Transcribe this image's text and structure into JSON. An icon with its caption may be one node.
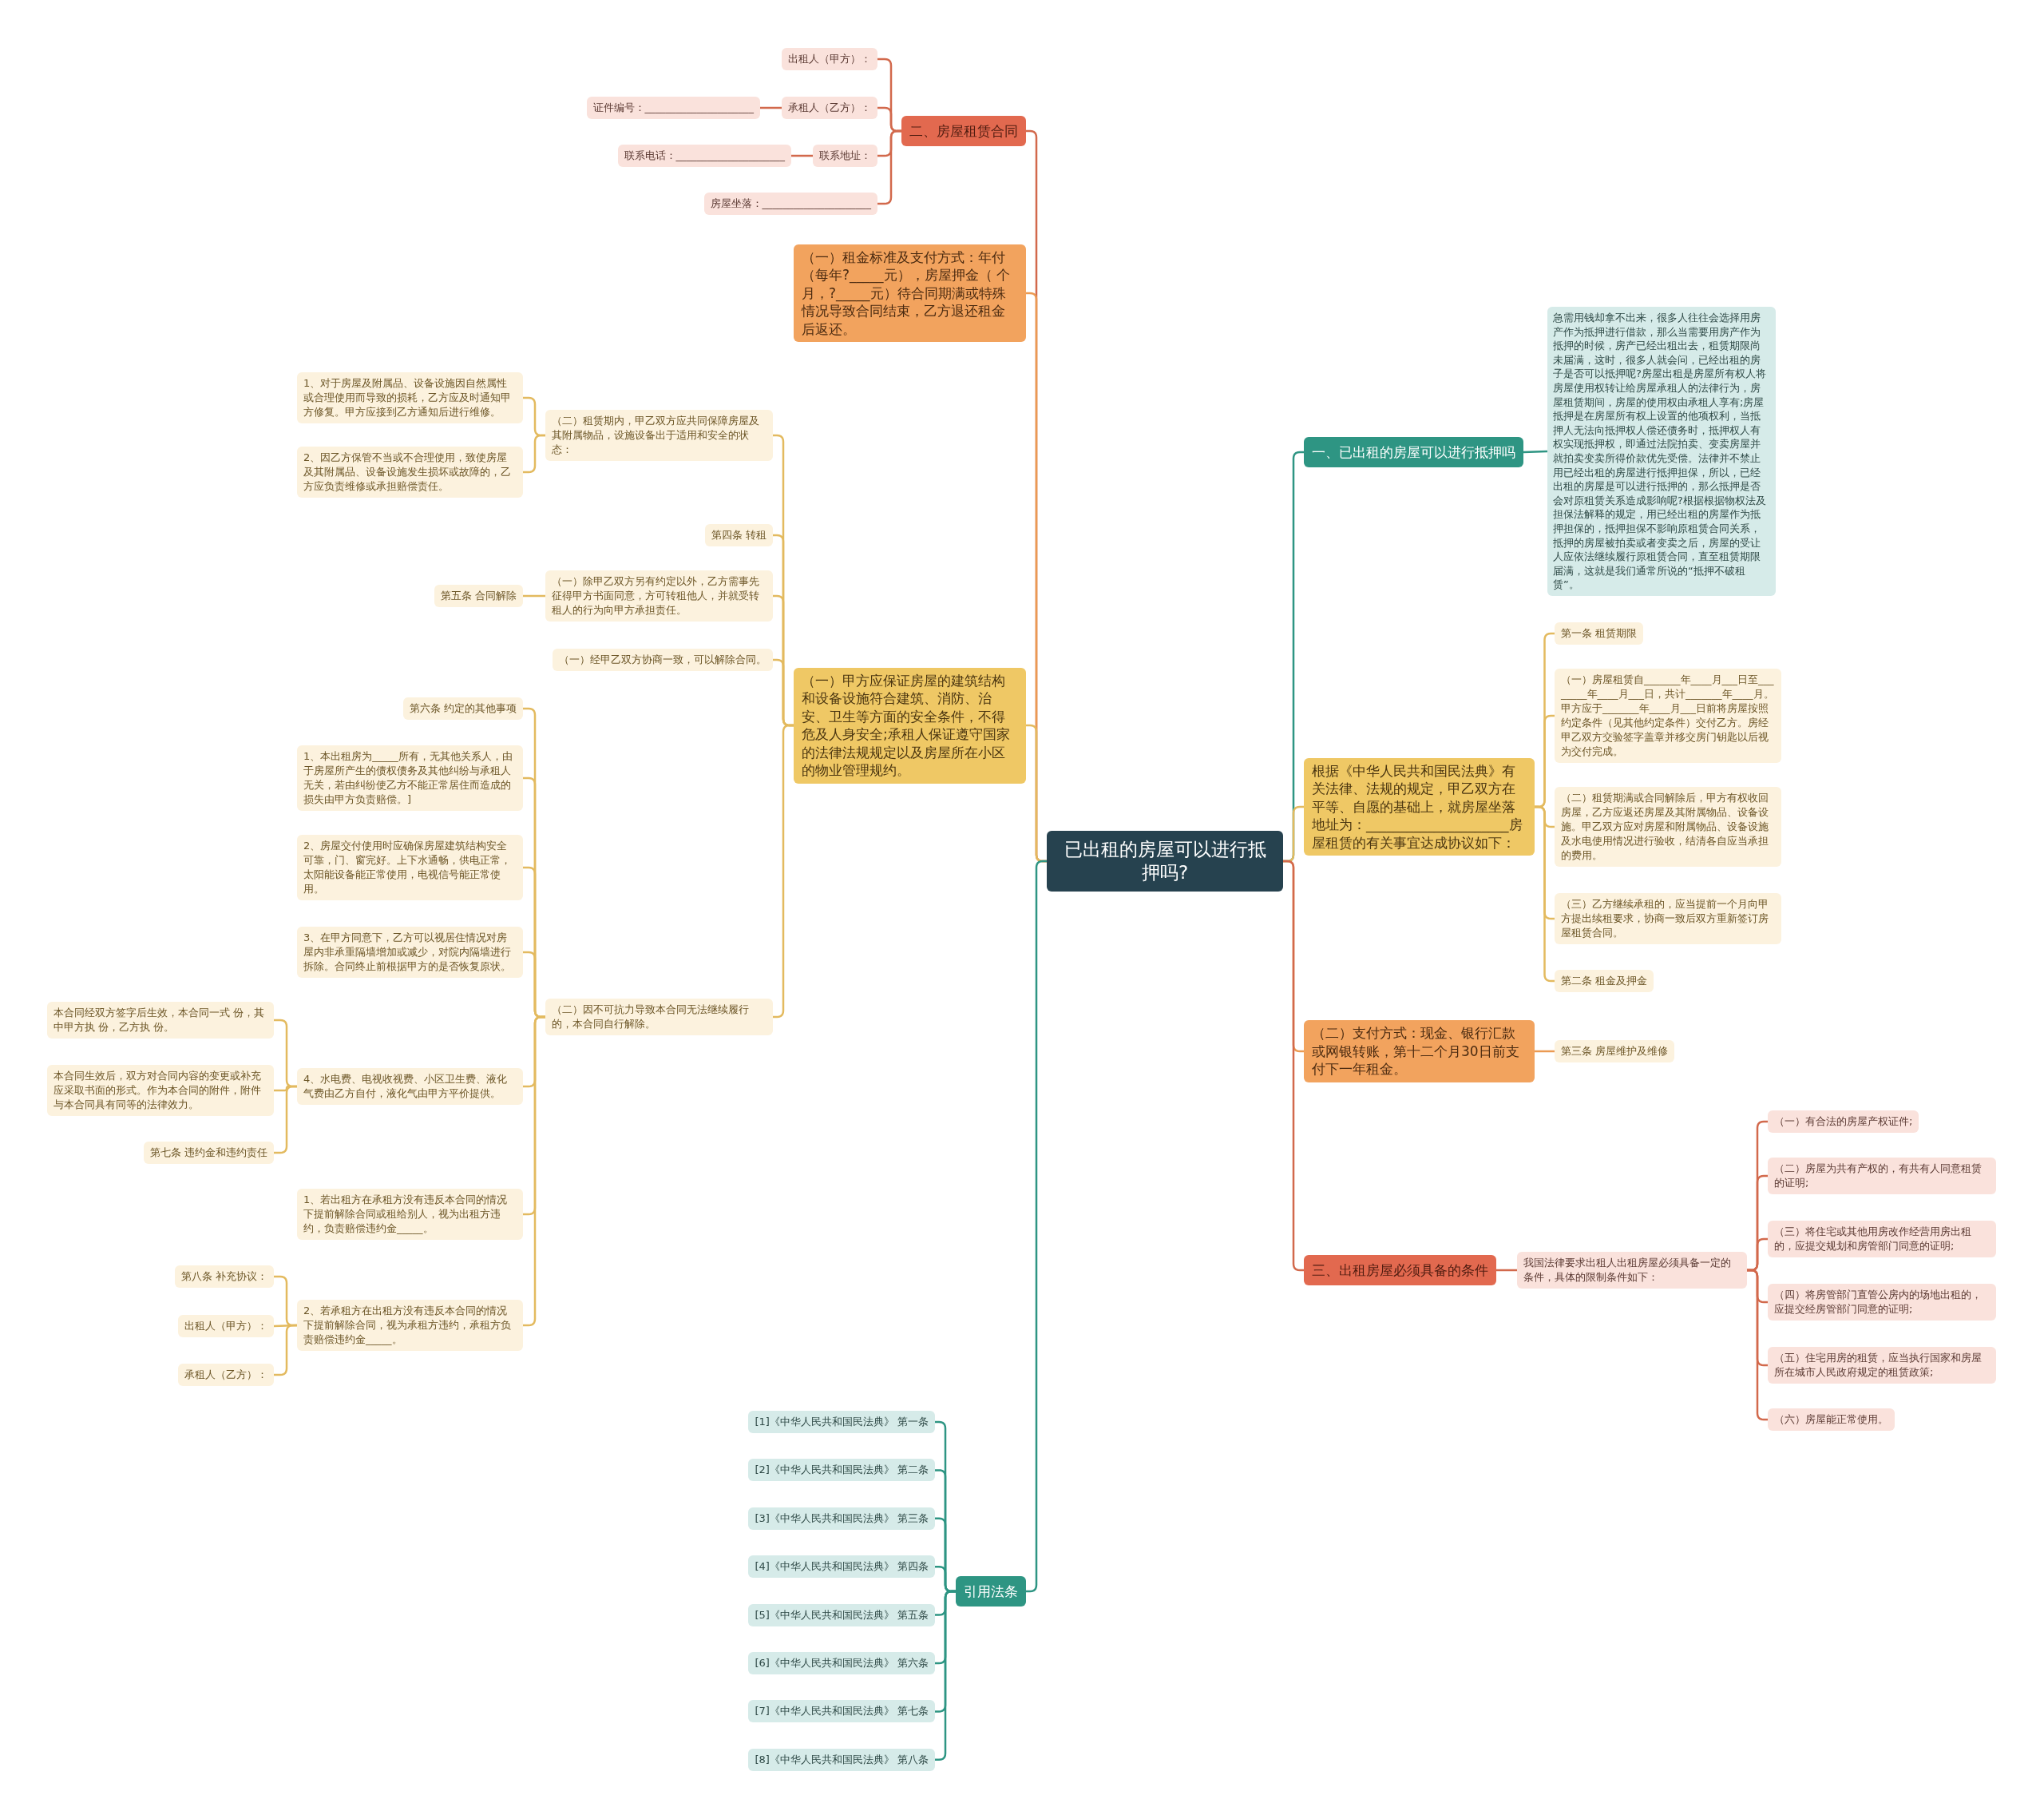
{
  "diagram": {
    "nodes": [
      {
        "text": [
          "已出租的房屋可以进行抵押吗?"
        ]
      },
      {
        "text": [
          "二、房屋租赁合同"
        ]
      },
      {
        "text": [
          "出租人（甲方）："
        ]
      },
      {
        "text": [
          "承租人（乙方）："
        ]
      },
      {
        "text": [
          "证件编号：_____________________"
        ]
      },
      {
        "text": [
          "联系地址："
        ]
      },
      {
        "text": [
          "联系电话：_____________________"
        ]
      },
      {
        "text": [
          "房屋坐落：_____________________"
        ]
      },
      {
        "text": [
          "（一）租金标准及支付方式：年付（每年?_____元），房屋押金（ 个月，?_____元）待合同期满或特殊情况导致合同结束，乙方退还租金后返还。"
        ]
      },
      {
        "text": [
          "（一）甲方应保证房屋的建筑结构和设备设施符合建筑、消防、治安、卫生等方面的安全条件，不得危及人身安全;承租人保证遵守国家的法律法规规定以及房屋所在小区的物业管理规约。"
        ]
      },
      {
        "text": [
          "（二）租赁期内，甲乙双方应共同保障房屋及其附属物品，设施设备出于适用和安全的状态："
        ]
      },
      {
        "text": [
          "1、对于房屋及附属品、设备设施因自然属性或合理使用而导致的损耗，乙方应及时通知甲方修复。甲方应接到乙方通知后进行维修。"
        ]
      },
      {
        "text": [
          "2、因乙方保管不当或不合理使用，致使房屋及其附属品、设备设施发生损坏或故障的，乙方应负责维修或承担赔偿责任。"
        ]
      },
      {
        "text": [
          "第四条 转租"
        ]
      },
      {
        "text": [
          "（一）除甲乙双方另有约定以外，乙方需事先征得甲方书面同意，方可转租他人，并就受转租人的行为向甲方承担责任。"
        ]
      },
      {
        "text": [
          "第五条 合同解除"
        ]
      },
      {
        "text": [
          "（一）经甲乙双方协商一致，可以解除合同。"
        ]
      },
      {
        "text": [
          "（二）因不可抗力导致本合同无法继续履行的，本合同自行解除。"
        ]
      },
      {
        "text": [
          "第六条 约定的其他事项"
        ]
      },
      {
        "text": [
          "1、本出租房为_____所有，无其他关系人，由于房屋所产生的债权债务及其他纠纷与承租人无关，若由纠纷使乙方不能正常居住而造成的损失由甲方负责赔偿。]"
        ]
      },
      {
        "text": [
          "2、房屋交付使用时应确保房屋建筑结构安全可靠，门、窗完好。上下水通畅，供电正常，太阳能设备能正常使用，电视信号能正常使用。"
        ]
      },
      {
        "text": [
          "3、在甲方同意下，乙方可以视居住情况对房屋内非承重隔墙增加或减少，对院内隔墙进行拆除。合同终止前根据甲方的是否恢复原状。"
        ]
      },
      {
        "text": [
          "4、水电费、电视收视费、小区卫生费、液化气费由乙方自付，液化气由甲方平价提供。"
        ]
      },
      {
        "text": [
          "本合同经双方签字后生效，本合同一式 份，其中甲方执 份，乙方执 份。"
        ]
      },
      {
        "text": [
          "本合同生效后，双方对合同内容的变更或补充应采取书面的形式。作为本合同的附件，附件与本合同具有同等的法律效力。"
        ]
      },
      {
        "text": [
          "第七条 违约金和违约责任"
        ]
      },
      {
        "text": [
          "1、若出租方在承租方没有违反本合同的情况下提前解除合同或租给别人，视为出租方违约，负责赔偿违约金_____。"
        ]
      },
      {
        "text": [
          "2、若承租方在出租方没有违反本合同的情况下提前解除合同，视为承租方违约，承租方负责赔偿违约金_____。"
        ]
      },
      {
        "text": [
          "第八条 补充协议："
        ]
      },
      {
        "text": [
          "出租人（甲方）："
        ]
      },
      {
        "text": [
          "承租人（乙方）："
        ]
      },
      {
        "text": [
          "引用法条"
        ]
      },
      {
        "text": [
          "[1]《中华人民共和国民法典》 第一条"
        ]
      },
      {
        "text": [
          "[2]《中华人民共和国民法典》 第二条"
        ]
      },
      {
        "text": [
          "[3]《中华人民共和国民法典》 第三条"
        ]
      },
      {
        "text": [
          "[4]《中华人民共和国民法典》 第四条"
        ]
      },
      {
        "text": [
          "[5]《中华人民共和国民法典》 第五条"
        ]
      },
      {
        "text": [
          "[6]《中华人民共和国民法典》 第六条"
        ]
      },
      {
        "text": [
          "[7]《中华人民共和国民法典》 第七条"
        ]
      },
      {
        "text": [
          "[8]《中华人民共和国民法典》 第八条"
        ]
      },
      {
        "text": [
          "一、已出租的房屋可以进行抵押吗"
        ]
      },
      {
        "text": [
          "急需用钱却拿不出来，很多人往往会选择用房产作为抵押进行借款，那么当需要用房产作为抵押的时候，房产已经出租出去，租赁期限尚未届满，这时，很多人就会问，已经出租的房子是否可以抵押呢?房屋出租是房屋所有权人将房屋使用权转让给房屋承租人的法律行为，房屋租赁期间，房屋的使用权由承租人享有;房屋抵押是在房屋所有权上设置的他项权利，当抵押人无法向抵押权人偿还债务时，抵押权人有权实现抵押权，即通过法院拍卖、变卖房屋并就拍卖变卖所得价款优先受偿。法律并不禁止用已经出租的房屋进行抵押担保，所以，已经出租的房屋是可以进行抵押的，那么抵押是否会对原租赁关系造成影响呢?根据根据物权法及担保法解释的规定，用已经出租的房屋作为抵押担保的，抵押担保不影响原租赁合同关系，抵押的房屋被拍卖或者变卖之后，房屋的受让人应依法继续履行原租赁合同，直至租赁期限届满，这就是我们通常所说的“抵押不破租赁”。"
        ]
      },
      {
        "text": [
          "根据《中华人民共和国民法典》有关法律、法规的规定，甲乙双方在平等、自愿的基础上，就房屋坐落地址为：_____________________房屋租赁的有关事宜达成协议如下："
        ]
      },
      {
        "text": [
          "第一条 租赁期限"
        ]
      },
      {
        "text": [
          "（一）房屋租赁自_______年____月___日至________年____月___日，共计_______年____月。甲方应于_______年____月___日前将房屋按照约定条件（见其他约定条件）交付乙方。房经甲乙双方交验签字盖章并移交房门钥匙以后视为交付完成。"
        ]
      },
      {
        "text": [
          "（二）租赁期满或合同解除后，甲方有权收回房屋，乙方应返还房屋及其附属物品、设备设施。甲乙双方应对房屋和附属物品、设备设施及水电使用情况进行验收，结清各自应当承担的费用。"
        ]
      },
      {
        "text": [
          "（三）乙方继续承租的，应当提前一个月向甲方提出续租要求，协商一致后双方重新签订房屋租赁合同。"
        ]
      },
      {
        "text": [
          "第二条 租金及押金"
        ]
      },
      {
        "text": [
          "（二）支付方式：现金、银行汇款或网银转账，第十二个月30日前支付下一年租金。"
        ]
      },
      {
        "text": [
          "第三条 房屋维护及维修"
        ]
      },
      {
        "text": [
          "三、出租房屋必须具备的条件"
        ]
      },
      {
        "text": [
          "我国法律要求出租人出租房屋必须具备一定的条件，具体的限制条件如下："
        ]
      },
      {
        "text": [
          "（一）有合法的房屋产权证件;"
        ]
      },
      {
        "text": [
          "（二）房屋为共有产权的，有共有人同意租赁的证明;"
        ]
      },
      {
        "text": [
          "（三）将住宅或其他用房改作经营用房出租的，应提交规划和房管部门同意的证明;"
        ]
      },
      {
        "text": [
          "（四）将房管部门直管公房内的场地出租的，应提交经房管部门同意的证明;"
        ]
      },
      {
        "text": [
          "（五）住宅用房的租赁，应当执行国家和房屋所在城市人民政府规定的租赁政策;"
        ]
      },
      {
        "text": [
          "（六）房屋能正常使用。"
        ]
      }
    ],
    "edges": [
      {
        "from": 0,
        "to": 1,
        "arrow": "none",
        "color": "#d2694c"
      },
      {
        "from": 1,
        "to": 2,
        "arrow": "none",
        "color": "#d2694c"
      },
      {
        "from": 1,
        "to": 3,
        "arrow": "none",
        "color": "#d2694c"
      },
      {
        "from": 3,
        "to": 4,
        "arrow": "none",
        "color": "#d2694c"
      },
      {
        "from": 1,
        "to": 5,
        "arrow": "none",
        "color": "#d2694c"
      },
      {
        "from": 5,
        "to": 6,
        "arrow": "none",
        "color": "#d2694c"
      },
      {
        "from": 1,
        "to": 7,
        "arrow": "none",
        "color": "#d2694c"
      },
      {
        "from": 0,
        "to": 8,
        "arrow": "none",
        "color": "#eb9a52"
      },
      {
        "from": 0,
        "to": 9,
        "arrow": "none"
      },
      {
        "from": 9,
        "to": 10,
        "arrow": "none"
      },
      {
        "from": 10,
        "to": 11,
        "arrow": "none"
      },
      {
        "from": 10,
        "to": 12,
        "arrow": "none"
      },
      {
        "from": 9,
        "to": 13,
        "arrow": "none"
      },
      {
        "from": 9,
        "to": 14,
        "arrow": "none"
      },
      {
        "from": 14,
        "to": 15,
        "arrow": "none"
      },
      {
        "from": 9,
        "to": 16,
        "arrow": "none"
      },
      {
        "from": 9,
        "to": 17,
        "arrow": "none"
      },
      {
        "from": 17,
        "to": 18,
        "arrow": "none"
      },
      {
        "from": 17,
        "to": 19,
        "arrow": "none"
      },
      {
        "from": 17,
        "to": 20,
        "arrow": "none"
      },
      {
        "from": 17,
        "to": 21,
        "arrow": "none"
      },
      {
        "from": 17,
        "to": 22,
        "arrow": "none"
      },
      {
        "from": 22,
        "to": 23,
        "arrow": "none"
      },
      {
        "from": 22,
        "to": 24,
        "arrow": "none"
      },
      {
        "from": 22,
        "to": 25,
        "arrow": "none"
      },
      {
        "from": 17,
        "to": 26,
        "arrow": "none"
      },
      {
        "from": 17,
        "to": 27,
        "arrow": "none"
      },
      {
        "from": 27,
        "to": 28,
        "arrow": "none"
      },
      {
        "from": 27,
        "to": 29,
        "arrow": "none"
      },
      {
        "from": 27,
        "to": 30,
        "arrow": "none"
      },
      {
        "from": 0,
        "to": 31,
        "arrow": "none",
        "color": "#2e9583"
      },
      {
        "from": 31,
        "to": 32,
        "arrow": "none",
        "color": "#2e9583"
      },
      {
        "from": 31,
        "to": 33,
        "arrow": "none",
        "color": "#2e9583"
      },
      {
        "from": 31,
        "to": 34,
        "arrow": "none",
        "color": "#2e9583"
      },
      {
        "from": 31,
        "to": 35,
        "arrow": "none",
        "color": "#2e9583"
      },
      {
        "from": 31,
        "to": 36,
        "arrow": "none",
        "color": "#2e9583"
      },
      {
        "from": 31,
        "to": 37,
        "arrow": "none",
        "color": "#2e9583"
      },
      {
        "from": 31,
        "to": 38,
        "arrow": "none",
        "color": "#2e9583"
      },
      {
        "from": 31,
        "to": 39,
        "arrow": "none",
        "color": "#2e9583"
      },
      {
        "from": 0,
        "to": 40,
        "arrow": "none",
        "color": "#2e9583"
      },
      {
        "from": 40,
        "to": 41,
        "arrow": "none",
        "color": "#2e9583"
      },
      {
        "from": 0,
        "to": 42,
        "arrow": "none"
      },
      {
        "from": 42,
        "to": 43,
        "arrow": "none"
      },
      {
        "from": 42,
        "to": 44,
        "arrow": "none"
      },
      {
        "from": 42,
        "to": 45,
        "arrow": "none"
      },
      {
        "from": 42,
        "to": 46,
        "arrow": "none"
      },
      {
        "from": 42,
        "to": 47,
        "arrow": "none"
      },
      {
        "from": 0,
        "to": 48,
        "arrow": "none",
        "color": "#eb9a52"
      },
      {
        "from": 48,
        "to": 49,
        "arrow": "none",
        "color": "#eb9a52"
      },
      {
        "from": 0,
        "to": 50,
        "arrow": "none",
        "color": "#d2694c"
      },
      {
        "from": 50,
        "to": 51,
        "arrow": "none",
        "color": "#d2694c"
      },
      {
        "from": 51,
        "to": 52,
        "arrow": "none",
        "color": "#d2694c"
      },
      {
        "from": 51,
        "to": 53,
        "arrow": "none",
        "color": "#d2694c"
      },
      {
        "from": 51,
        "to": 54,
        "arrow": "none",
        "color": "#d2694c"
      },
      {
        "from": 51,
        "to": 55,
        "arrow": "none",
        "color": "#d2694c"
      },
      {
        "from": 51,
        "to": 56,
        "arrow": "none",
        "color": "#d2694c"
      },
      {
        "from": 51,
        "to": 57,
        "arrow": "none",
        "color": "#d2694c"
      }
    ]
  }
}
